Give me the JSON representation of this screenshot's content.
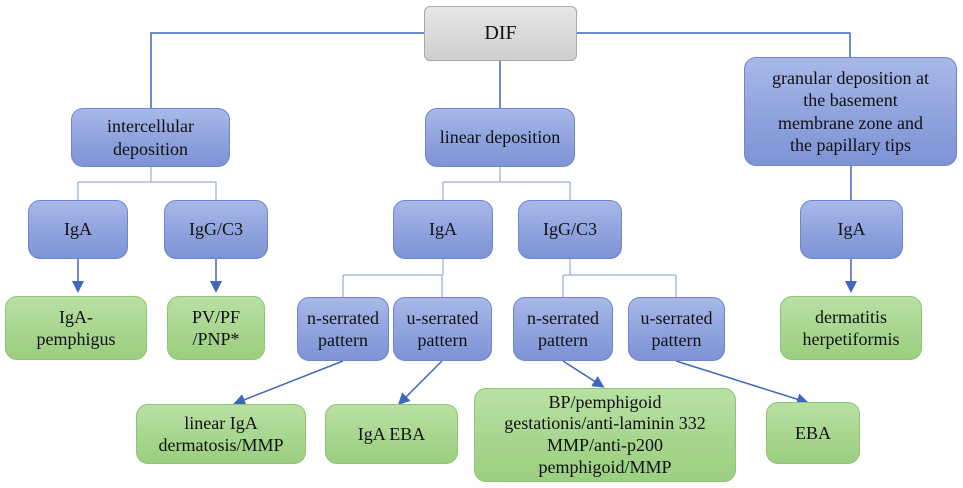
{
  "root": {
    "label": "DIF"
  },
  "level1": {
    "intercellular": "intercellular\ndeposition",
    "linear": "linear deposition",
    "granular": "granular deposition at\nthe basement\nmembrane zone and\nthe papillary tips"
  },
  "level2": {
    "intercellular_iga": "IgA",
    "intercellular_iggc3": "IgG/C3",
    "linear_iga": "IgA",
    "linear_iggc3": "IgG/C3",
    "granular_iga": "IgA"
  },
  "level3": {
    "iga_n_serrated": "n-serrated\npattern",
    "iga_u_serrated": "u-serrated\npattern",
    "iggc3_n_serrated": "n-serrated\npattern",
    "iggc3_u_serrated": "u-serrated\npattern"
  },
  "diagnoses": {
    "iga_pemphigus": "IgA-\npemphigus",
    "pv_pf_pnp": "PV/PF\n/PNP*",
    "dermatitis_herpetiformis": "dermatitis\nherpetiformis",
    "linear_iga_dermatosis": "linear IgA\ndermatosis/MMP",
    "iga_eba": "IgA EBA",
    "bp_group": "BP/pemphigoid\ngestationis/anti-laminin 332\nMMP/anti-p200\npemphigoid/MMP",
    "eba": "EBA"
  },
  "colors": {
    "blue_node": "#8fa2dd",
    "green_node": "#a6d58d",
    "grey_node": "#cfcfcf",
    "connector": "#3f66c0",
    "tree_line": "#7f9ad6"
  }
}
